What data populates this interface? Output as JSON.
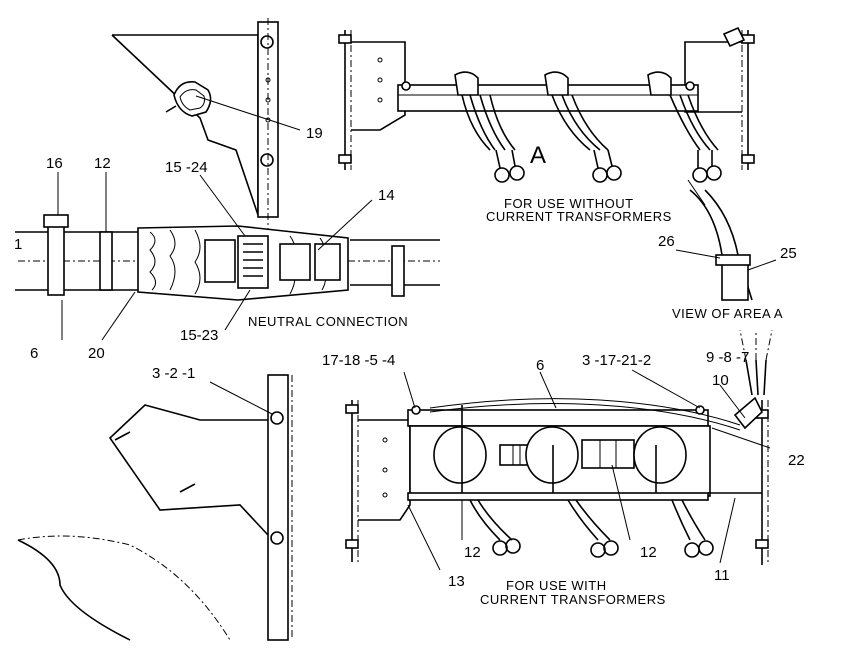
{
  "callouts": {
    "c19": "19",
    "c16": "16",
    "c12_top": "12",
    "c15_24": "15 -24",
    "c14": "14",
    "c6_left": "6",
    "c20": "20",
    "c15_23": "15-23",
    "c26": "26",
    "c25": "25",
    "c3_2_1": "3 -2 -1",
    "c17_18_5_4": "17-18 -5 -4",
    "c6_mid": "6",
    "c3_17_21_2": "3 -17-21-2",
    "c9_8_7": "9 -8 -7",
    "c10": "10",
    "c22": "22",
    "c12_bl": "12",
    "c12_br": "12",
    "c13": "13",
    "c11": "11",
    "cA": "A"
  },
  "captions": {
    "without_line1": "FOR USE WITHOUT",
    "without_line2": "CURRENT TRANSFORMERS",
    "with_line1": "FOR USE WITH",
    "with_line2": "CURRENT TRANSFORMERS",
    "neutral": "NEUTRAL CONNECTION",
    "view_area": "VIEW OF AREA A"
  }
}
